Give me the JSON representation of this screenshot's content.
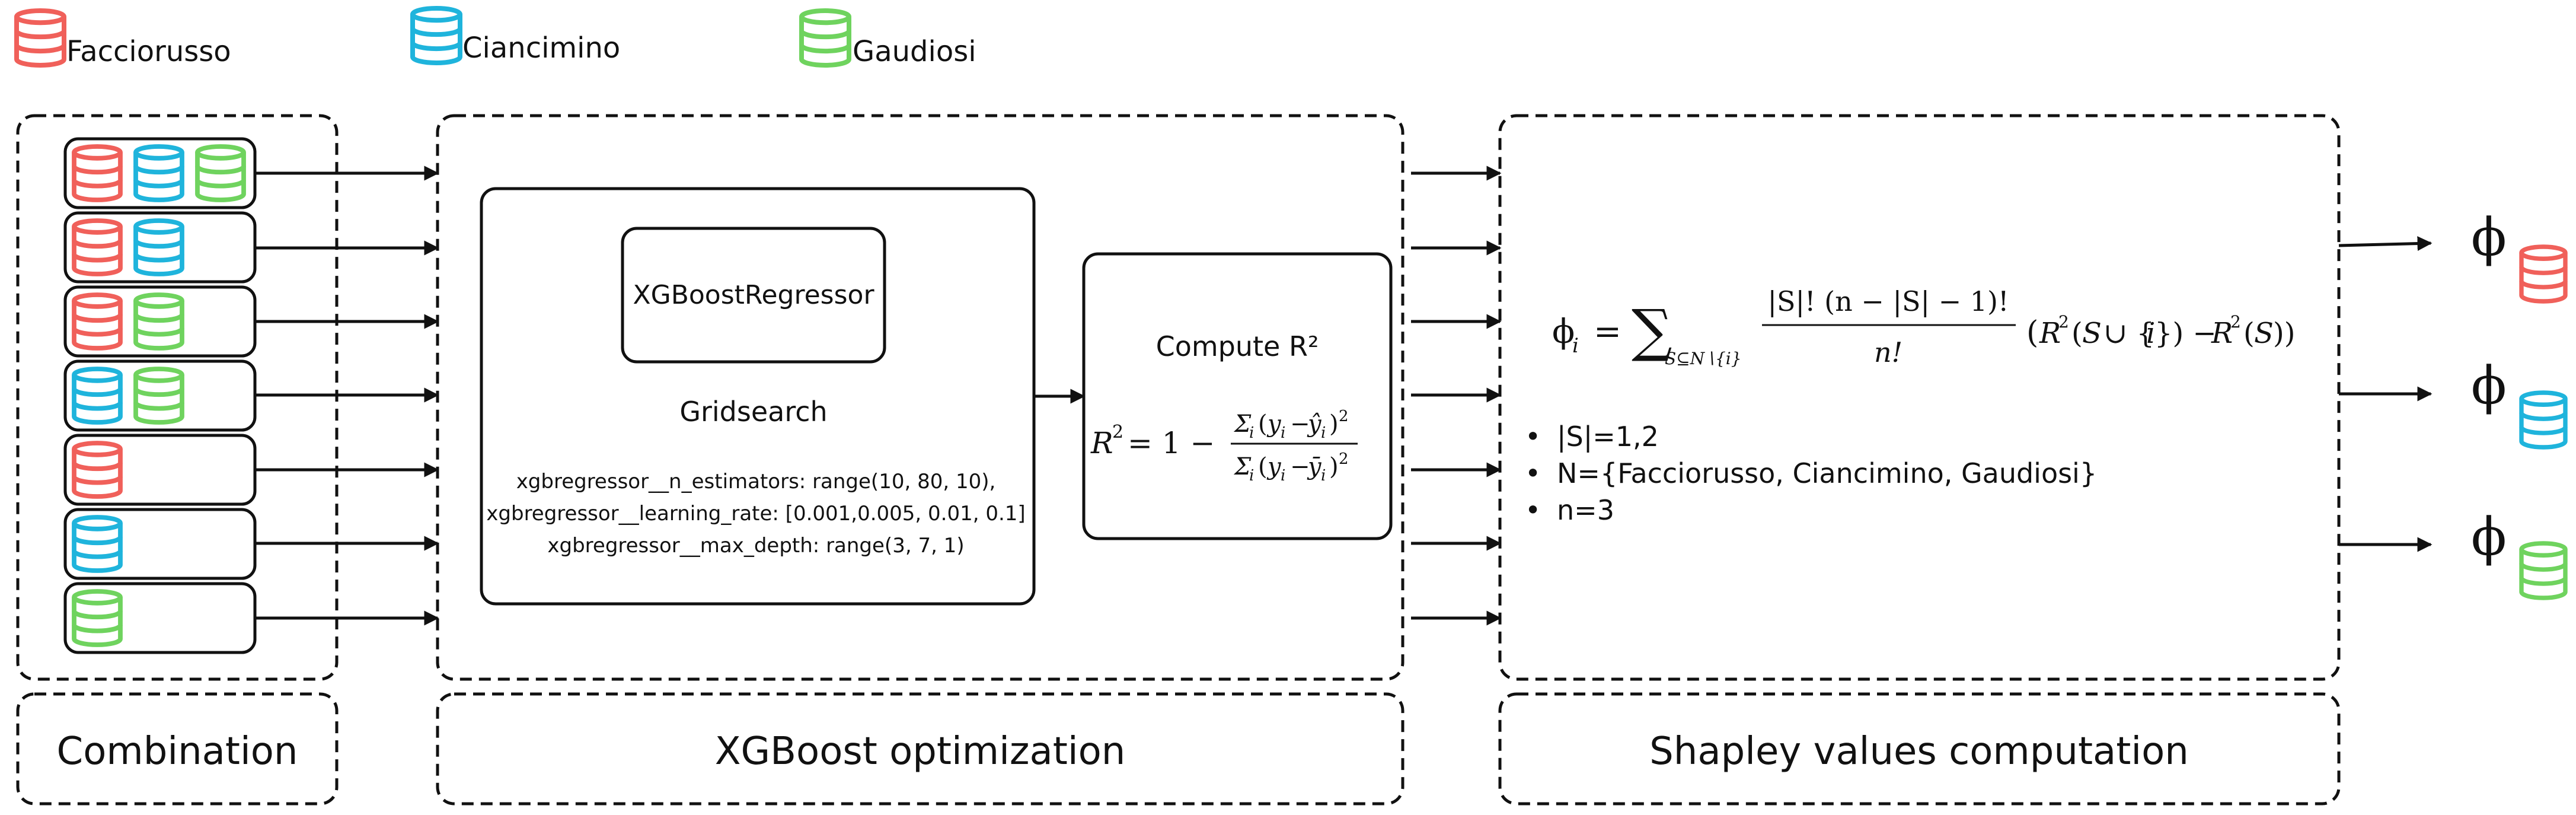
{
  "legend": [
    {
      "label": "Facciorusso",
      "color": "#f0605a"
    },
    {
      "label": "Ciancimino",
      "color": "#1fb4dc"
    },
    {
      "label": "Gaudiosi",
      "color": "#6fd35e"
    }
  ],
  "combinations": [
    [
      "Facciorusso",
      "Ciancimino",
      "Gaudiosi"
    ],
    [
      "Facciorusso",
      "Ciancimino"
    ],
    [
      "Facciorusso",
      "Gaudiosi"
    ],
    [
      "Ciancimino",
      "Gaudiosi"
    ],
    [
      "Facciorusso"
    ],
    [
      "Ciancimino"
    ],
    [
      "Gaudiosi"
    ]
  ],
  "xgb": {
    "model_label": "XGBoostRegressor",
    "gridsearch_label": "Gridsearch",
    "params": [
      "xgbregressor__n_estimators: range(10, 80, 10),",
      "xgbregressor__learning_rate: [0.001,0.005, 0.01, 0.1]",
      "xgbregressor__max_depth: range(3, 7, 1)"
    ]
  },
  "r2": {
    "title": "Compute R²"
  },
  "shapley": {
    "bullets": [
      "|S|=1,2",
      "N={Facciorusso, Ciancimino, Gaudiosi}",
      "n=3"
    ]
  },
  "outputs": [
    {
      "symbol": "ϕ",
      "dataset": "Facciorusso"
    },
    {
      "symbol": "ϕ",
      "dataset": "Ciancimino"
    },
    {
      "symbol": "ϕ",
      "dataset": "Gaudiosi"
    }
  ],
  "stages": {
    "combination": "Combination",
    "xgboost": "XGBoost optimization",
    "shapley": "Shapley values computation"
  },
  "icon": "database-icon"
}
